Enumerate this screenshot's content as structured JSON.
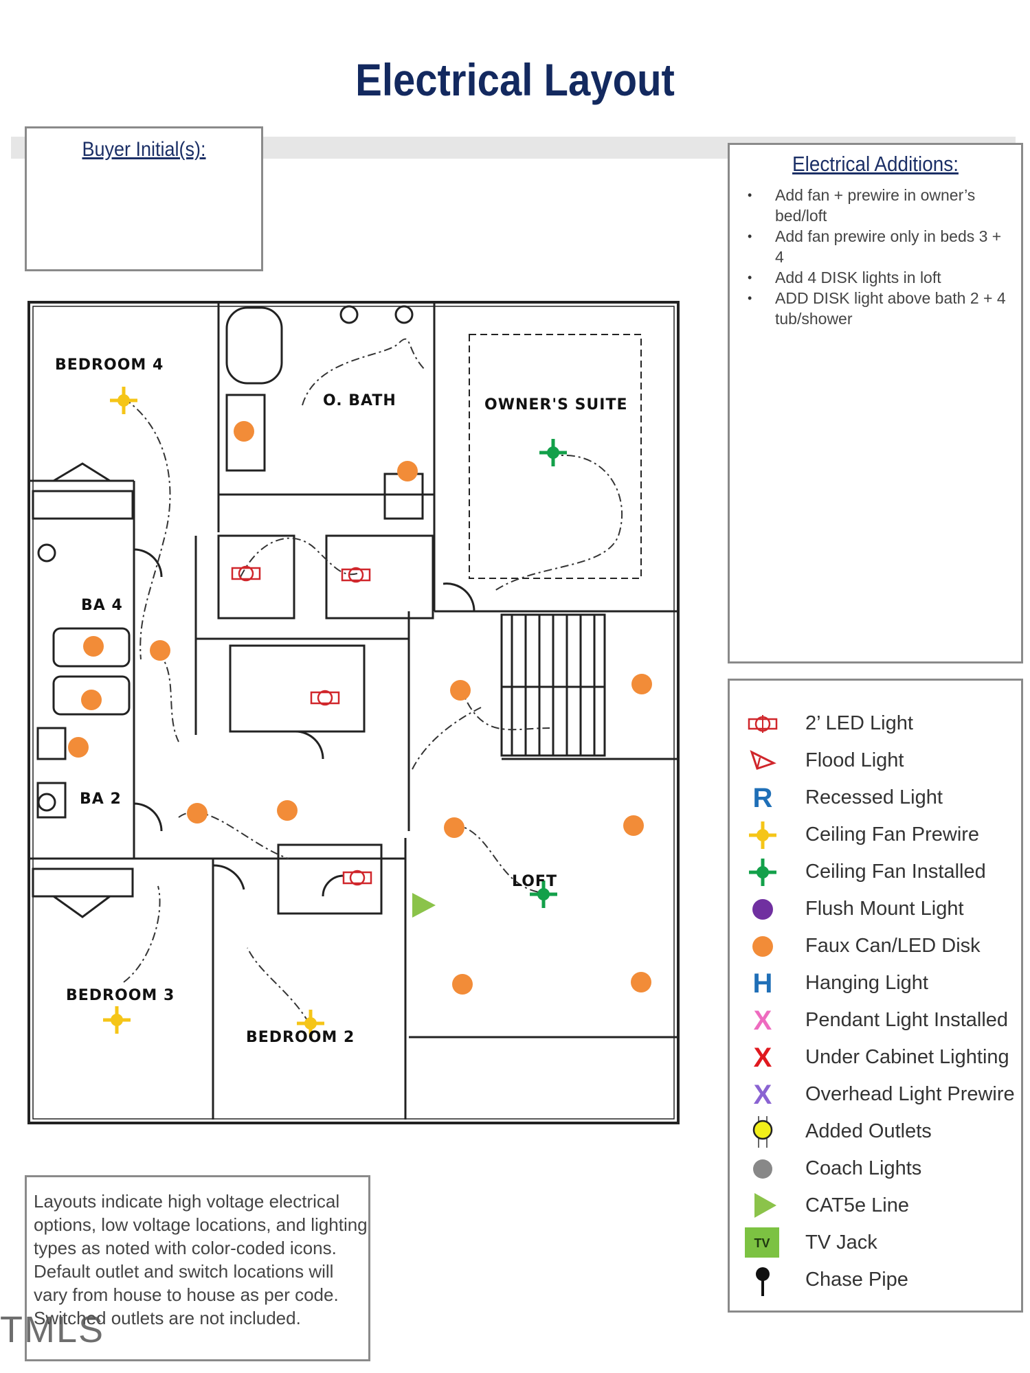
{
  "title": "Electrical Layout",
  "buyer_box": {
    "label": "Buyer Initial(s):"
  },
  "additions": {
    "title": "Electrical Additions:",
    "items": [
      "Add fan + prewire in owner’s bed/loft",
      "Add fan prewire only in beds 3 + 4",
      "Add 4 DISK lights in loft",
      "ADD DISK light above bath 2 + 4 tub/shower"
    ]
  },
  "legend": [
    {
      "icon": "led-light-icon",
      "label": "2’ LED Light",
      "color": "#d0262b"
    },
    {
      "icon": "flood-light-icon",
      "label": "Flood Light",
      "color": "#d0262b"
    },
    {
      "icon": "recessed-light-icon",
      "label": "Recessed Light",
      "glyph": "R",
      "color": "#1f6fb7"
    },
    {
      "icon": "ceiling-fan-prewire-icon",
      "label": "Ceiling Fan Prewire",
      "color": "#f5c518"
    },
    {
      "icon": "ceiling-fan-installed-icon",
      "label": "Ceiling Fan Installed",
      "color": "#13a04a"
    },
    {
      "icon": "flush-mount-light-icon",
      "label": "Flush Mount Light",
      "color": "#7030a0"
    },
    {
      "icon": "faux-can-icon",
      "label": "Faux Can/LED Disk",
      "color": "#f28c38"
    },
    {
      "icon": "hanging-light-icon",
      "label": "Hanging Light",
      "glyph": "H",
      "color": "#1f6fb7"
    },
    {
      "icon": "pendant-light-icon",
      "label": "Pendant Light Installed",
      "glyph": "X",
      "color": "#ee6bbf"
    },
    {
      "icon": "under-cabinet-icon",
      "label": "Under Cabinet Lighting",
      "glyph": "X",
      "color": "#e0191f"
    },
    {
      "icon": "overhead-prewire-icon",
      "label": "Overhead Light Prewire",
      "glyph": "X",
      "color": "#8a63d2"
    },
    {
      "icon": "added-outlet-icon",
      "label": "Added Outlets",
      "color": "#f2ef1a"
    },
    {
      "icon": "coach-light-icon",
      "label": "Coach Lights",
      "color": "#888888"
    },
    {
      "icon": "cat5e-icon",
      "label": "CAT5e Line",
      "color": "#8bc34a"
    },
    {
      "icon": "tv-jack-icon",
      "label": "TV Jack",
      "glyph": "TV",
      "color": "#7cc242"
    },
    {
      "icon": "chase-pipe-icon",
      "label": "Chase Pipe",
      "color": "#111111"
    }
  ],
  "rooms": {
    "bedroom4": "BEDROOM 4",
    "obath": "O. BATH",
    "owners": "OWNER'S SUITE",
    "ba4": "BA 4",
    "ba2": "BA 2",
    "loft": "LOFT",
    "bedroom3": "BEDROOM 3",
    "bedroom2": "BEDROOM 2"
  },
  "note": "Layouts indicate high voltage electrical options, low voltage locations, and lighting types as noted with color-coded icons. Default outlet and switch locations will vary from house to house as per code. Switched outlets are not included.",
  "watermark": "TMLS"
}
